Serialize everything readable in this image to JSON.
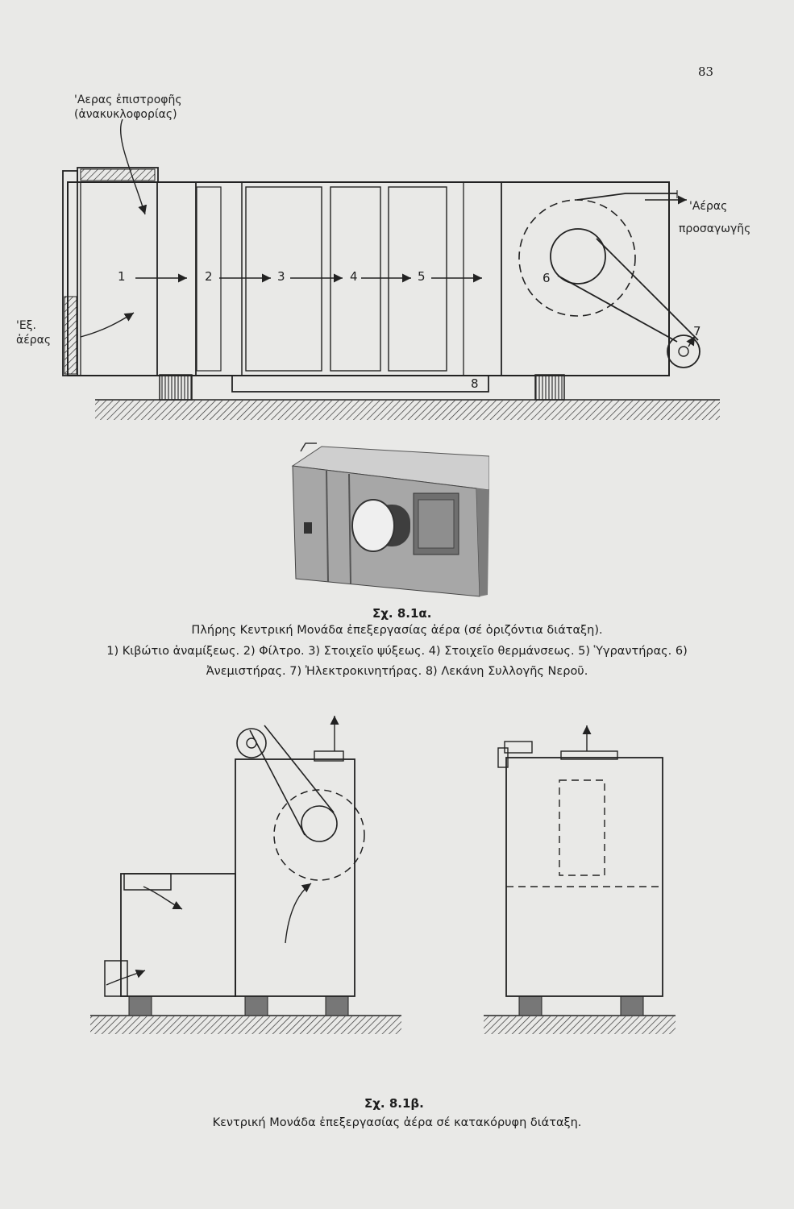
{
  "page_number": "83",
  "fig1": {
    "labels": {
      "return_air": "'Αερας ἐπιστροφῆς",
      "recirculation": "(ἀνακυκλοφορίας)",
      "outside_air_1": "'Εξ.",
      "outside_air_2": "ἀέρας",
      "supply_air_1": "'Αέρας",
      "supply_air_2": "προσαγωγῆς"
    },
    "numbers": [
      "1",
      "2",
      "3",
      "4",
      "5",
      "6",
      "7",
      "8"
    ],
    "caption_title": "Σχ. 8.1α.",
    "caption_lines": [
      "Πλήρης Κεντρική Μονάδα ἐπεξεργασίας ἀέρα (σέ ὁριζόντια διάταξη).",
      "1) Κιβώτιο ἀναμίξεως. 2) Φίλτρο. 3) Στοιχεῖο ψύξεως. 4) Στοιχεῖο θερμάνσεως. 5) Ὑγραντήρας. 6)",
      "Ἀνεμιστήρας. 7) Ἠλεκτροκινητήρας. 8) Λεκάνη Συλλογῆς Νεροῦ."
    ]
  },
  "fig2": {
    "caption_title": "Σχ. 8.1β.",
    "caption_line": "Κεντρική Μονάδα ἐπεξεργασίας ἀέρα σέ κατακόρυφη διάταξη."
  }
}
